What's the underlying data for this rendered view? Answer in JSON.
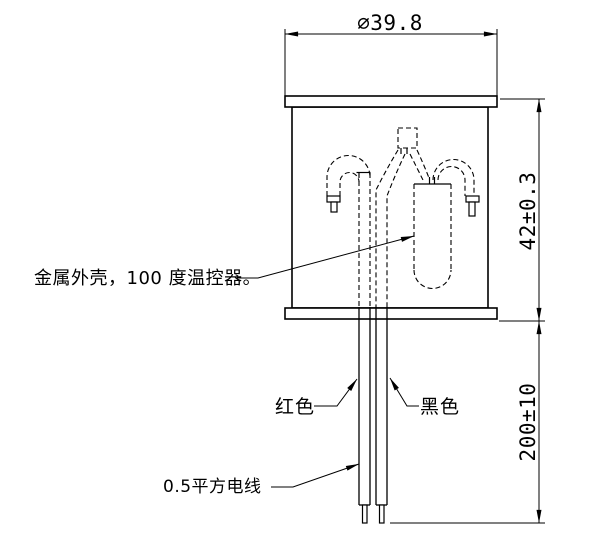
{
  "drawing": {
    "background": "#ffffff",
    "line_color": "#000000",
    "dimensions": {
      "top_diameter": "∅39.8",
      "shell_height": "42±0.3",
      "lead_length": "200±10"
    },
    "labels": {
      "component_note": "金属外壳，100 度温控器。",
      "red_wire": "红色",
      "black_wire": "黑色",
      "wire_spec": "0.5平方电线"
    }
  }
}
